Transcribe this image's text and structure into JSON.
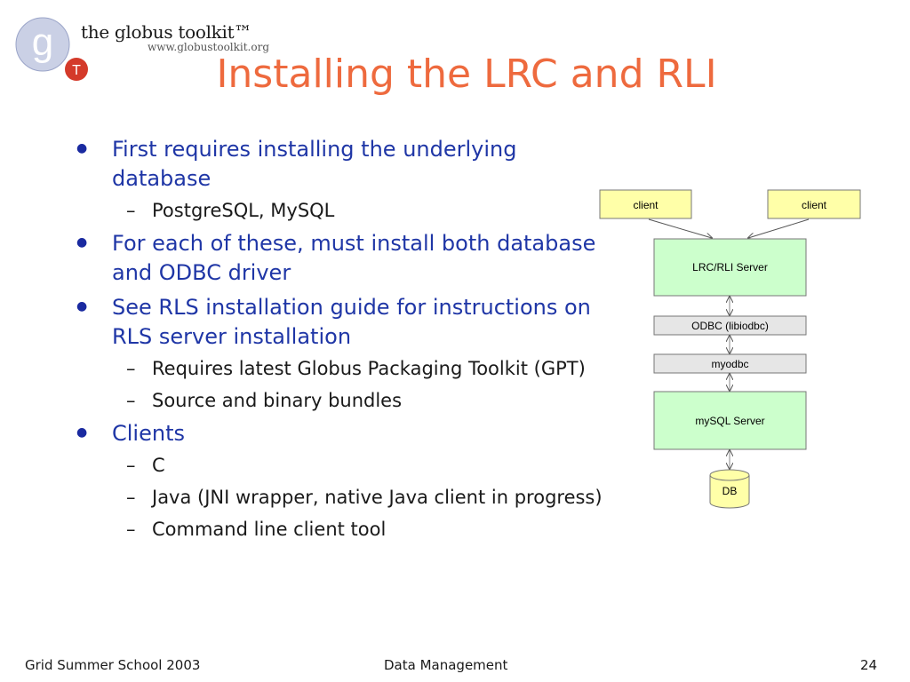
{
  "logo": {
    "name": "the globus toolkit™",
    "url": "www.globustoolkit.org",
    "g_letter": "g",
    "t_letter": "T"
  },
  "title": "Installing the LRC and RLI",
  "bullets": [
    {
      "text": "First requires installing the underlying database",
      "sub": [
        "PostgreSQL, MySQL"
      ]
    },
    {
      "text": "For each of these, must install both database and ODBC driver",
      "sub": []
    },
    {
      "text": "See RLS installation guide for instructions on RLS server installation",
      "sub": [
        "Requires latest Globus Packaging Toolkit (GPT)",
        "Source and binary bundles"
      ]
    },
    {
      "text": "Clients",
      "sub": [
        "C",
        "Java (JNI wrapper, native Java client in progress)",
        "Command line client tool"
      ]
    }
  ],
  "diagram": {
    "client_left": "client",
    "client_right": "client",
    "server": "LRC/RLI Server",
    "odbc": "ODBC (libiodbc)",
    "myodbc": "myodbc",
    "mysql": "mySQL Server",
    "db": "DB"
  },
  "footer": {
    "left": "Grid Summer School 2003",
    "center": "Data Management",
    "page": "24"
  },
  "colors": {
    "title": "#ee6a3e",
    "bullet_text": "#1f36a6",
    "client_box": "#ffffa8",
    "server_box": "#ccffcc",
    "gray_box": "#e6e6e6"
  }
}
